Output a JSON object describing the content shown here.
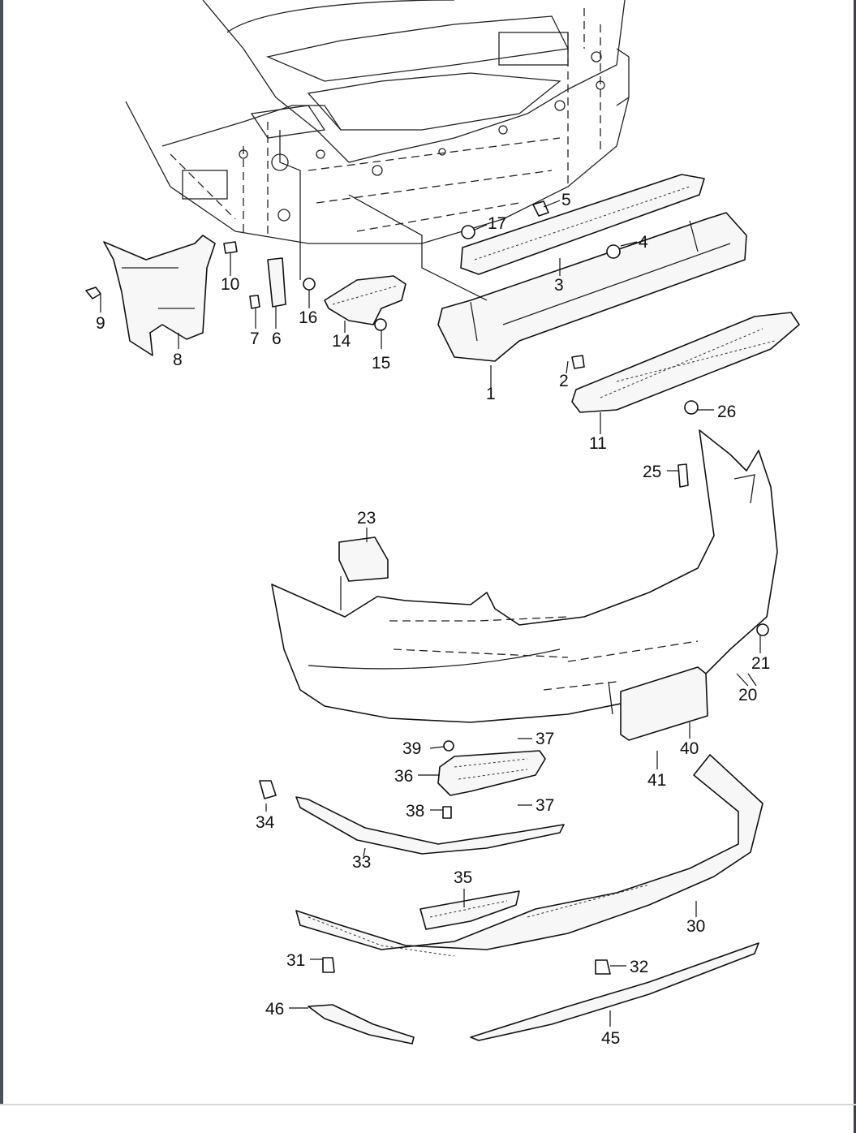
{
  "diagram": {
    "callouts": [
      {
        "id": "c1",
        "text": "1"
      },
      {
        "id": "c2",
        "text": "2"
      },
      {
        "id": "c3",
        "text": "3"
      },
      {
        "id": "c4",
        "text": "4"
      },
      {
        "id": "c5",
        "text": "5"
      },
      {
        "id": "c6",
        "text": "6"
      },
      {
        "id": "c7",
        "text": "7"
      },
      {
        "id": "c8",
        "text": "8"
      },
      {
        "id": "c9",
        "text": "9"
      },
      {
        "id": "c10",
        "text": "10"
      },
      {
        "id": "c11",
        "text": "11"
      },
      {
        "id": "c14",
        "text": "14"
      },
      {
        "id": "c15",
        "text": "15"
      },
      {
        "id": "c16",
        "text": "16"
      },
      {
        "id": "c17",
        "text": "17"
      },
      {
        "id": "c20",
        "text": "20"
      },
      {
        "id": "c21",
        "text": "21"
      },
      {
        "id": "c23",
        "text": "23"
      },
      {
        "id": "c25",
        "text": "25"
      },
      {
        "id": "c26",
        "text": "26"
      },
      {
        "id": "c30",
        "text": "30"
      },
      {
        "id": "c31",
        "text": "31"
      },
      {
        "id": "c32",
        "text": "32"
      },
      {
        "id": "c33",
        "text": "33"
      },
      {
        "id": "c34",
        "text": "34"
      },
      {
        "id": "c35",
        "text": "35"
      },
      {
        "id": "c36",
        "text": "36"
      },
      {
        "id": "c37a",
        "text": "37"
      },
      {
        "id": "c37b",
        "text": "37"
      },
      {
        "id": "c38",
        "text": "38"
      },
      {
        "id": "c39",
        "text": "39"
      },
      {
        "id": "c40",
        "text": "40"
      },
      {
        "id": "c41",
        "text": "41"
      },
      {
        "id": "c45",
        "text": "45"
      },
      {
        "id": "c46",
        "text": "46"
      }
    ]
  }
}
